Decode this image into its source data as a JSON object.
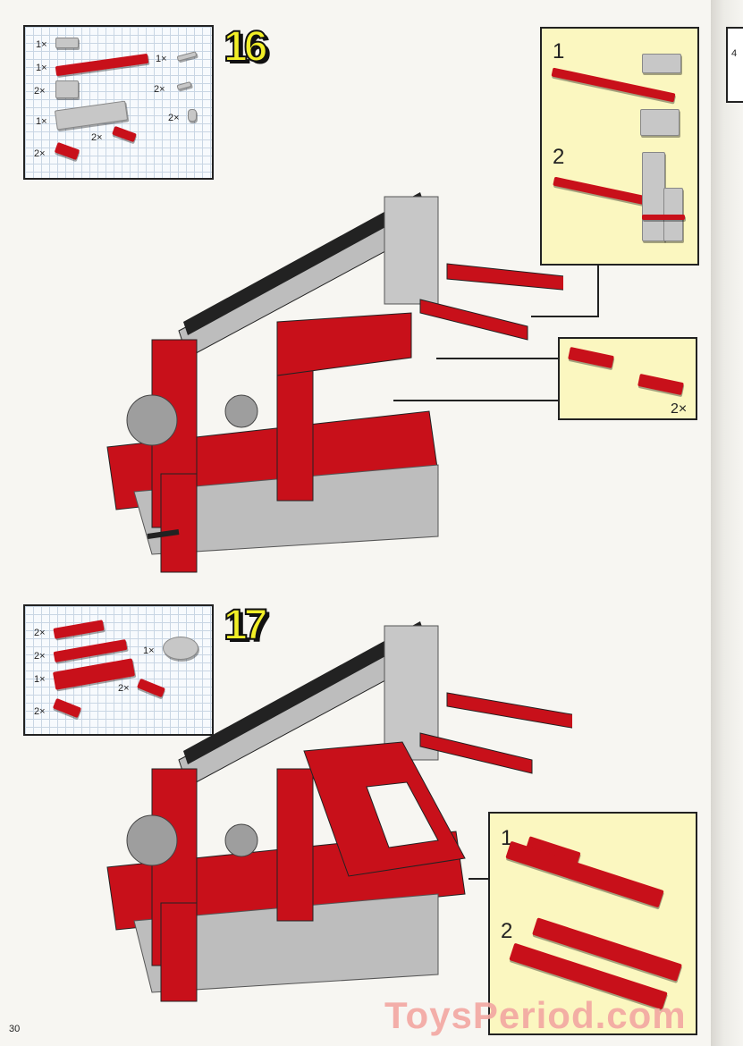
{
  "page_number": "30",
  "next_page_tab": "4",
  "watermark": "ToysPeriod.com",
  "steps": [
    {
      "number": "16",
      "parts": [
        {
          "qty": "1×",
          "color": "grey",
          "desc": "1x2 grey plate"
        },
        {
          "qty": "1×",
          "color": "red",
          "desc": "1x8 red plate"
        },
        {
          "qty": "2×",
          "color": "grey",
          "desc": "1x2 grey technic brick"
        },
        {
          "qty": "1×",
          "color": "grey",
          "desc": "1x6 grey technic brick"
        },
        {
          "qty": "2×",
          "color": "red",
          "desc": "1x2 red plate"
        },
        {
          "qty": "1×",
          "color": "grey",
          "desc": "axle"
        },
        {
          "qty": "2×",
          "color": "grey",
          "desc": "pin"
        },
        {
          "qty": "2×",
          "color": "grey",
          "desc": "bush"
        },
        {
          "qty": "2×",
          "color": "red",
          "desc": "1x2 red plate"
        }
      ],
      "subassembly_labels": [
        "1",
        "2"
      ],
      "small_callout_qty": "2×"
    },
    {
      "number": "17",
      "parts": [
        {
          "qty": "2×",
          "color": "red",
          "desc": "1x4 red plate"
        },
        {
          "qty": "2×",
          "color": "red",
          "desc": "1x6 red plate"
        },
        {
          "qty": "1×",
          "color": "red",
          "desc": "2x6 red plate"
        },
        {
          "qty": "2×",
          "color": "red",
          "desc": "1x2 red plate"
        },
        {
          "qty": "1×",
          "color": "grey",
          "desc": "pulley wheel"
        },
        {
          "qty": "2×",
          "color": "red",
          "desc": "1x2 red plate"
        }
      ],
      "subassembly_labels": [
        "1",
        "2"
      ]
    }
  ],
  "colors": {
    "red": "#c8101a",
    "grey": "#c7c7c7",
    "callout": "#fbf7c0",
    "step_number": "#f2ef27"
  }
}
